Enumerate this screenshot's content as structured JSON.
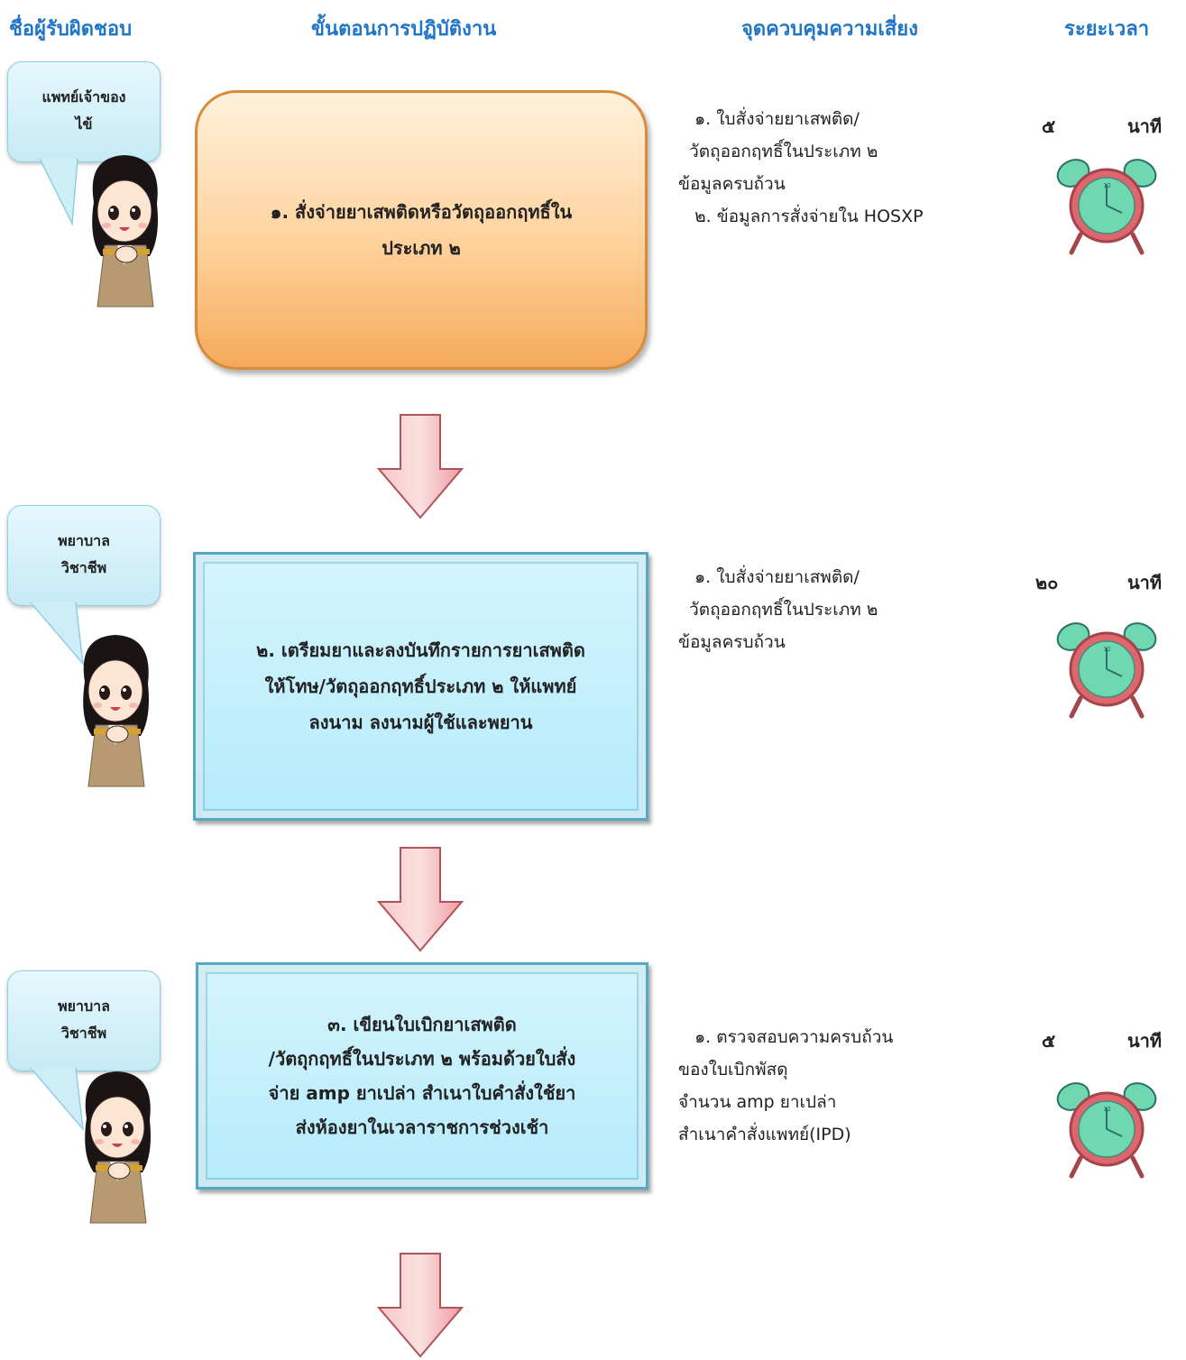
{
  "headers": {
    "responsible": "ชื่อผู้รับผิดชอบ",
    "procedure": "ขั้นตอนการปฏิบัติงาน",
    "control": "จุดควบคุมความเสี่ยง",
    "duration": "ระยะเวลา"
  },
  "rows": [
    {
      "responsible": [
        "แพทย์เจ้าของ",
        "ไข้"
      ],
      "step_lines": [
        "๑. สั่งจ่ายยาเสพติดหรือวัตถุออกฤทธิ์ใน",
        "ประเภท ๒"
      ],
      "control_lines": [
        "   ๑. ใบสั่งจ่ายยาเสพติด/",
        "  วัตถุออกฤทธิ์ในประเภท ๒",
        "ข้อมูลครบถ้วน",
        "   ๒. ข้อมูลการสั่งจ่ายใน HOSXP"
      ],
      "time_value": "๕",
      "time_unit": "นาที"
    },
    {
      "responsible": [
        "พยาบาล",
        "วิชาชีพ"
      ],
      "step_lines": [
        "๒. เตรียมยาและลงบันทึกรายการยาเสพติด",
        "ให้โทษ/วัตถุออกฤทธิ์ประเภท ๒ ให้แพทย์",
        "ลงนาม ลงนามผู้ใช้และพยาน"
      ],
      "control_lines": [
        "   ๑. ใบสั่งจ่ายยาเสพติด/",
        "  วัตถุออกฤทธิ์ในประเภท ๒",
        "ข้อมูลครบถ้วน"
      ],
      "time_value": "๒๐",
      "time_unit": "นาที"
    },
    {
      "responsible": [
        "พยาบาล",
        "วิชาชีพ"
      ],
      "step_lines": [
        "๓. เขียนใบเบิกยาเสพติด",
        "/วัตถุกฤทธิ์ในประเภท ๒ พร้อมด้วยใบสั่ง",
        "จ่าย amp ยาเปล่า สำเนาใบคำสั่งใช้ยา",
        "ส่งห้องยาในเวลาราชการช่วงเช้า"
      ],
      "control_lines": [
        "   ๑. ตรวจสอบความครบถ้วน",
        "ของใบเบิกพัสดุ",
        "จำนวน amp ยาเปล่า",
        "สำเนาคำสั่งแพทย์(IPD)"
      ],
      "time_value": "๕",
      "time_unit": "นาที"
    }
  ],
  "colors": {
    "header": "#1f75c8",
    "step1_fill": "#ffd29c",
    "step_blue_fill": "#b5ebfb",
    "arrow_fill": "#f5a3a6",
    "clock_body": "#e0666e",
    "clock_face": "#6fd8b0"
  }
}
